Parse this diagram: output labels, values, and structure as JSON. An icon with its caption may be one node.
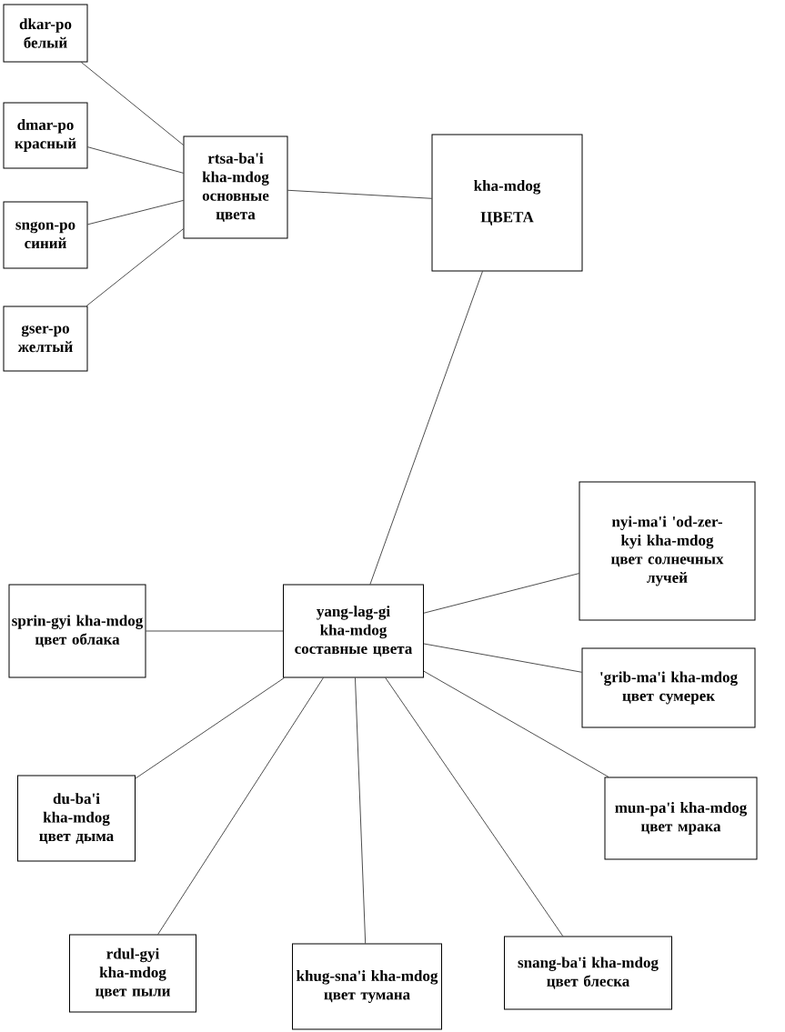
{
  "diagram": {
    "nodes": [
      {
        "text": [
          "dkar-po",
          "белый"
        ]
      },
      {
        "text": [
          "dmar-po",
          "красный"
        ]
      },
      {
        "text": [
          "rtsa-ba'i kha-mdog",
          "основные цвета"
        ]
      },
      {
        "text": [
          "kha-mdog",
          "ЦВЕТА"
        ]
      },
      {
        "text": [
          "sngon-po",
          "синий"
        ]
      },
      {
        "text": [
          "gser-po",
          "желтый"
        ]
      },
      {
        "text": [
          "nyi-ma'i 'od-zer-kyi kha-mdog",
          "цвет солнечных лучей"
        ]
      },
      {
        "text": [
          "sprin-gyi kha-mdog",
          "цвет облака"
        ]
      },
      {
        "text": [
          "yang-lag-gi kha-mdog",
          "составные цвета"
        ]
      },
      {
        "text": [
          "'grib-ma'i kha-mdog",
          "цвет сумерек"
        ]
      },
      {
        "text": [
          "du-ba'i kha-mdog",
          "цвет дыма"
        ]
      },
      {
        "text": [
          "mun-pa'i kha-mdog",
          "цвет мрака"
        ]
      },
      {
        "text": [
          "rdul-gyi kha-mdog",
          "цвет пыли"
        ]
      },
      {
        "text": [
          "khug-sna'i kha-mdog",
          "цвет тумана"
        ]
      },
      {
        "text": [
          "snang-ba'i kha-mdog",
          "цвет блеска"
        ]
      }
    ],
    "edges": [
      {
        "from": 0,
        "to": 2,
        "arrow": "none"
      },
      {
        "from": 1,
        "to": 2,
        "arrow": "none"
      },
      {
        "from": 4,
        "to": 2,
        "arrow": "none"
      },
      {
        "from": 5,
        "to": 2,
        "arrow": "none"
      },
      {
        "from": 2,
        "to": 3,
        "arrow": "none"
      },
      {
        "from": 3,
        "to": 8,
        "arrow": "none"
      },
      {
        "from": 8,
        "to": 6,
        "arrow": "none"
      },
      {
        "from": 8,
        "to": 7,
        "arrow": "none"
      },
      {
        "from": 8,
        "to": 9,
        "arrow": "none"
      },
      {
        "from": 8,
        "to": 10,
        "arrow": "none"
      },
      {
        "from": 8,
        "to": 11,
        "arrow": "none"
      },
      {
        "from": 8,
        "to": 12,
        "arrow": "none"
      },
      {
        "from": 8,
        "to": 13,
        "arrow": "none"
      },
      {
        "from": 8,
        "to": 14,
        "arrow": "none"
      }
    ]
  }
}
